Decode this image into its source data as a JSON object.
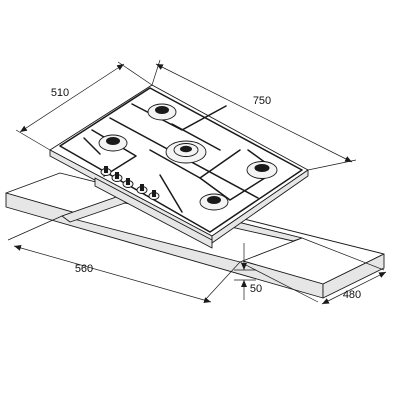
{
  "dimensions": {
    "hob_depth": "510",
    "hob_width": "750",
    "cutout_width": "560",
    "cutout_depth": "480",
    "worktop_thickness": "50"
  }
}
